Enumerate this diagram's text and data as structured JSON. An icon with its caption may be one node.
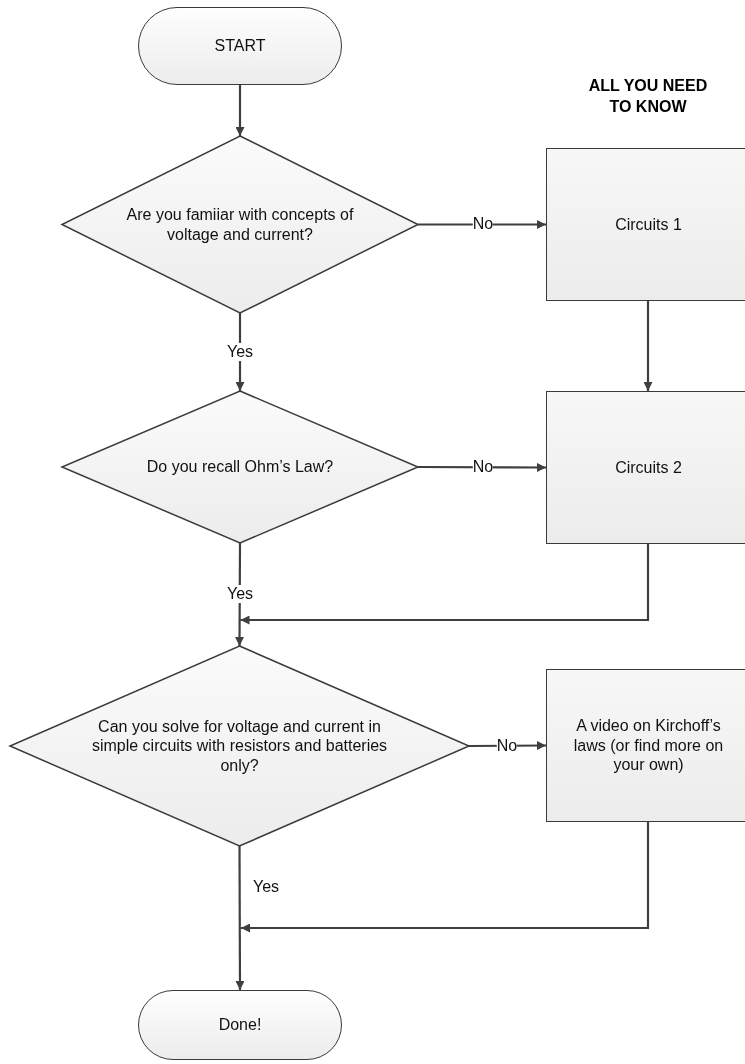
{
  "diagram": {
    "nodes": [
      {
        "text": [
          "START"
        ]
      },
      {
        "text": [
          "Are you famiiar with concepts of voltage and current?"
        ]
      },
      {
        "text": [
          "ALL YOU NEED TO KNOW",
          "Circuits 1"
        ]
      },
      {
        "text": [
          "Do you recall Ohm’s Law?"
        ]
      },
      {
        "text": [
          "Circuits 2"
        ]
      },
      {
        "text": [
          "Can you solve for voltage and current in simple circuits with resistors and batteries only?"
        ]
      },
      {
        "text": [
          "A video on Kirchoff’s laws (or find more on your own)"
        ]
      },
      {
        "text": [
          "Done!"
        ]
      }
    ],
    "edges": [
      {
        "from": 0,
        "to": 1,
        "arrow": "to"
      },
      {
        "from": 1,
        "to": 2,
        "arrow": "to",
        "label": "No"
      },
      {
        "from": 1,
        "to": 3,
        "arrow": "to",
        "label": "Yes"
      },
      {
        "from": 2,
        "to": 4,
        "arrow": "to"
      },
      {
        "from": 3,
        "to": 4,
        "arrow": "to",
        "label": "No"
      },
      {
        "from": 3,
        "to": 5,
        "arrow": "to",
        "label": "Yes"
      },
      {
        "from": 4,
        "to": 5,
        "arrow": "to"
      },
      {
        "from": 5,
        "to": 6,
        "arrow": "to",
        "label": "No"
      },
      {
        "from": 5,
        "to": 7,
        "arrow": "to",
        "label": "Yes"
      },
      {
        "from": 6,
        "to": 7,
        "arrow": "to"
      }
    ]
  }
}
